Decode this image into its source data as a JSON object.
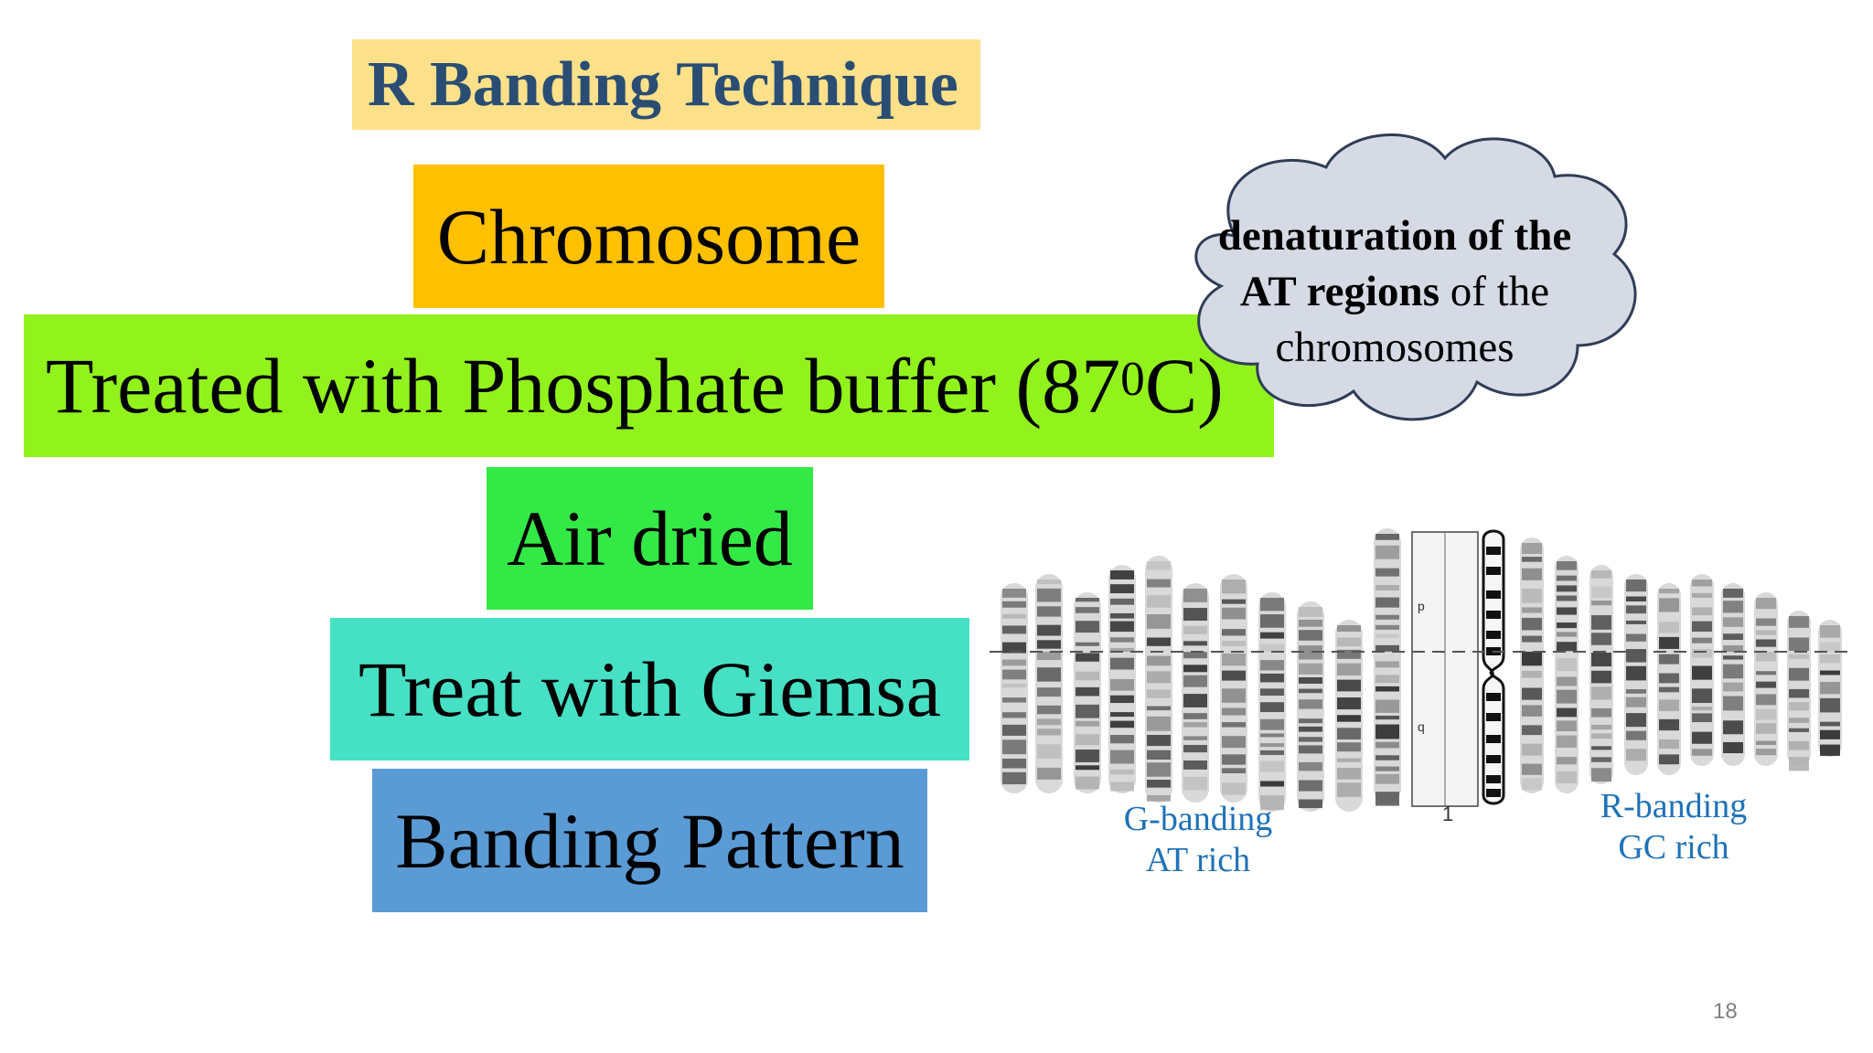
{
  "slide": {
    "title": "R Banding Technique",
    "page_number": "18"
  },
  "flow": {
    "step1": "Chromosome",
    "step2_text": "Treated with Phosphate buffer (87",
    "step2_sup": "0",
    "step2_end": "C)",
    "step3": "Air dried",
    "step4": "Treat with Giemsa",
    "step5": "Banding Pattern"
  },
  "callout": {
    "line1": "denaturation of the",
    "line2_bold": "AT regions",
    "line2_rest": " of the",
    "line3": "chromosomes"
  },
  "figure": {
    "left_label_line1": "G-banding",
    "left_label_line2": "AT rich",
    "right_label_line1": "R-banding",
    "right_label_line2": "GC rich",
    "chromosome_number": "1",
    "ideogram_p": "p",
    "ideogram_q": "q"
  },
  "colors": {
    "title_bg": "#fde08a",
    "title_text": "#2a4d74",
    "step1_bg": "#ffc000",
    "step2_bg": "#92f31c",
    "step3_bg": "#33e946",
    "step4_bg": "#46e0c5",
    "step5_bg": "#5a9bd5",
    "cloud_fill": "#d5dae5",
    "cloud_stroke": "#2f3d57",
    "label_blue": "#1f72b8"
  }
}
